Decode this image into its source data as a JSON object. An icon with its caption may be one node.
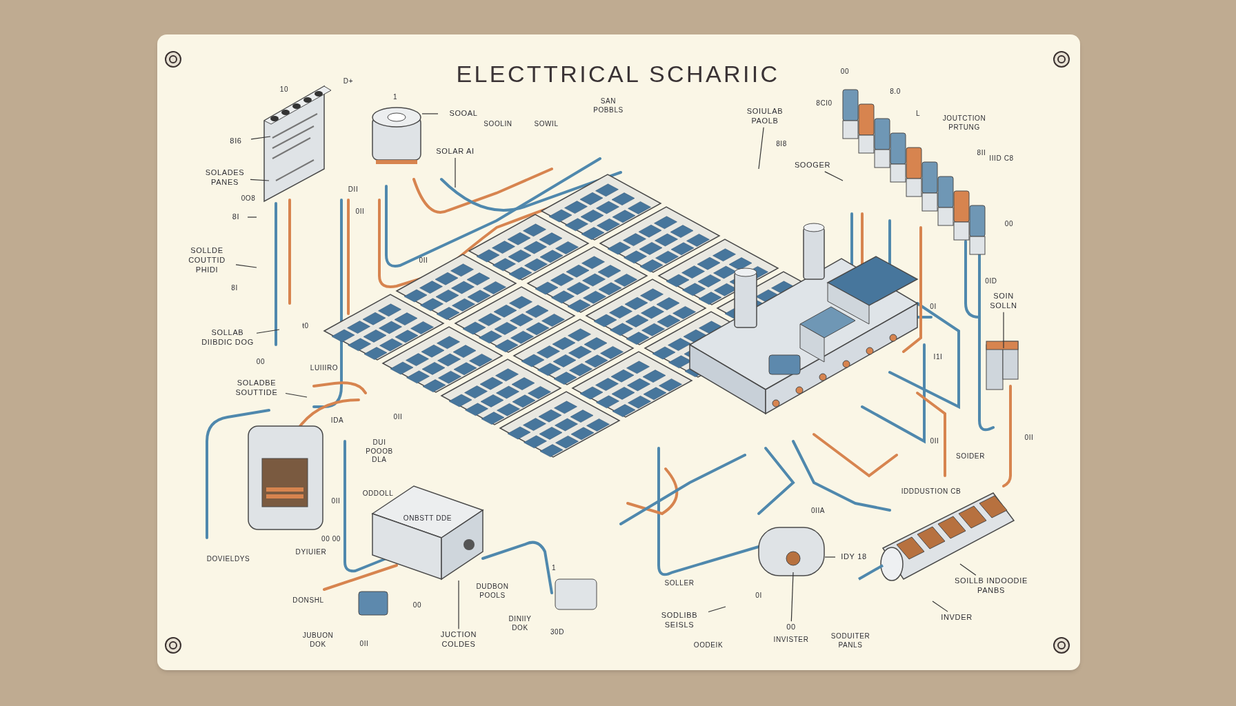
{
  "diagram": {
    "title": "ELECTTRICAL SCHARIIC",
    "nodes": [
      {
        "text": [
          "SOOAL"
        ]
      },
      {
        "text": [
          "SOLAR AI"
        ]
      },
      {
        "text": [
          "8I6"
        ]
      },
      {
        "text": [
          "SOLADES PANES"
        ]
      },
      {
        "text": [
          "8I"
        ]
      },
      {
        "text": [
          "SOLLDE COUTTID PHIDI"
        ]
      },
      {
        "text": [
          "SOLLAB DIIBDIC DOG"
        ]
      },
      {
        "text": [
          "SOLADBE SOUTTIDE"
        ]
      },
      {
        "text": [
          "SOIULAB PAOLB"
        ]
      },
      {
        "text": [
          "SOOGER"
        ]
      },
      {
        "text": [
          "SOIN SOLLN"
        ]
      },
      {
        "text": [
          "JUCTION COLDES"
        ]
      },
      {
        "text": [
          "SODLIBB SEISLS"
        ]
      },
      {
        "text": [
          "00"
        ]
      },
      {
        "text": [
          "SOILLB INDOODIE PANBS"
        ]
      },
      {
        "text": [
          "INVDER"
        ]
      },
      {
        "text": [
          "IDY 18"
        ]
      }
    ],
    "edges": [
      {
        "from": 0,
        "to": null,
        "arrow": "none"
      },
      {
        "from": 1,
        "to": null,
        "arrow": "none"
      },
      {
        "from": 2,
        "to": null,
        "arrow": "none"
      },
      {
        "from": 3,
        "to": null,
        "arrow": "none"
      },
      {
        "from": 4,
        "to": null,
        "arrow": "none"
      },
      {
        "from": 5,
        "to": null,
        "arrow": "none"
      },
      {
        "from": 6,
        "to": null,
        "arrow": "none"
      },
      {
        "from": 7,
        "to": null,
        "arrow": "none"
      },
      {
        "from": 8,
        "to": null,
        "arrow": "none"
      },
      {
        "from": 9,
        "to": null,
        "arrow": "none"
      },
      {
        "from": 10,
        "to": null,
        "arrow": "none"
      },
      {
        "from": 11,
        "to": null,
        "arrow": "none"
      },
      {
        "from": 12,
        "to": null,
        "arrow": "none"
      },
      {
        "from": 13,
        "to": null,
        "arrow": "none"
      },
      {
        "from": 14,
        "to": null,
        "arrow": "none"
      },
      {
        "from": 15,
        "to": null,
        "arrow": "none"
      },
      {
        "from": 16,
        "to": null,
        "arrow": "none"
      }
    ],
    "labels": [
      "10",
      "D+",
      "1",
      "SOOLIN",
      "SOWIL",
      "0O8",
      "DII",
      "0II",
      "8I",
      "ŧ0",
      "00",
      "0II",
      "LUIIIRO",
      "SAN POBBLS",
      "8I8",
      "00",
      "8.0",
      "8CI0",
      "L",
      "JOUTCTION PRTUNG",
      "8II",
      "IIID C8",
      "00",
      "0ID",
      "0I",
      "I1I",
      "IDA",
      "0II",
      "DUI POOOB DLA",
      "ODDOLL",
      "DOVIELDYS",
      "DYIUIER",
      "0II",
      "00 00",
      "DONSHL",
      "JUBUON DOK",
      "DUDBON POOLS",
      "DINIIY DOK",
      "1",
      "30D",
      "0II",
      "00",
      "SOLLER",
      "OODEIK",
      "INVISTER",
      "SODUITER PANLS",
      "IDDDUSTION CB",
      "SOIDER",
      "0II",
      "0II",
      "0I",
      "0IIA",
      "ONBSTT DDE"
    ]
  }
}
